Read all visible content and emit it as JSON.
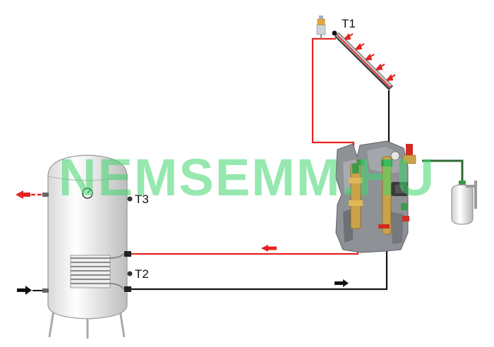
{
  "labels": {
    "t1": "T1",
    "t2": "T2",
    "t3": "T3"
  },
  "watermark": "NEMSEMM.HU",
  "colors": {
    "hot_pipe": "#e52421",
    "cold_pipe": "#111111",
    "arrow_hot": "#e52421",
    "arrow_cold": "#111111",
    "watermark": "#3fd66e"
  },
  "icons": {
    "collector": "solar-collector-icon",
    "air_vent": "air-vent-icon",
    "tank": "storage-tank-icon",
    "coil": "heat-exchanger-coil-icon",
    "station": "pump-station-icon",
    "expansion": "expansion-vessel-icon"
  }
}
